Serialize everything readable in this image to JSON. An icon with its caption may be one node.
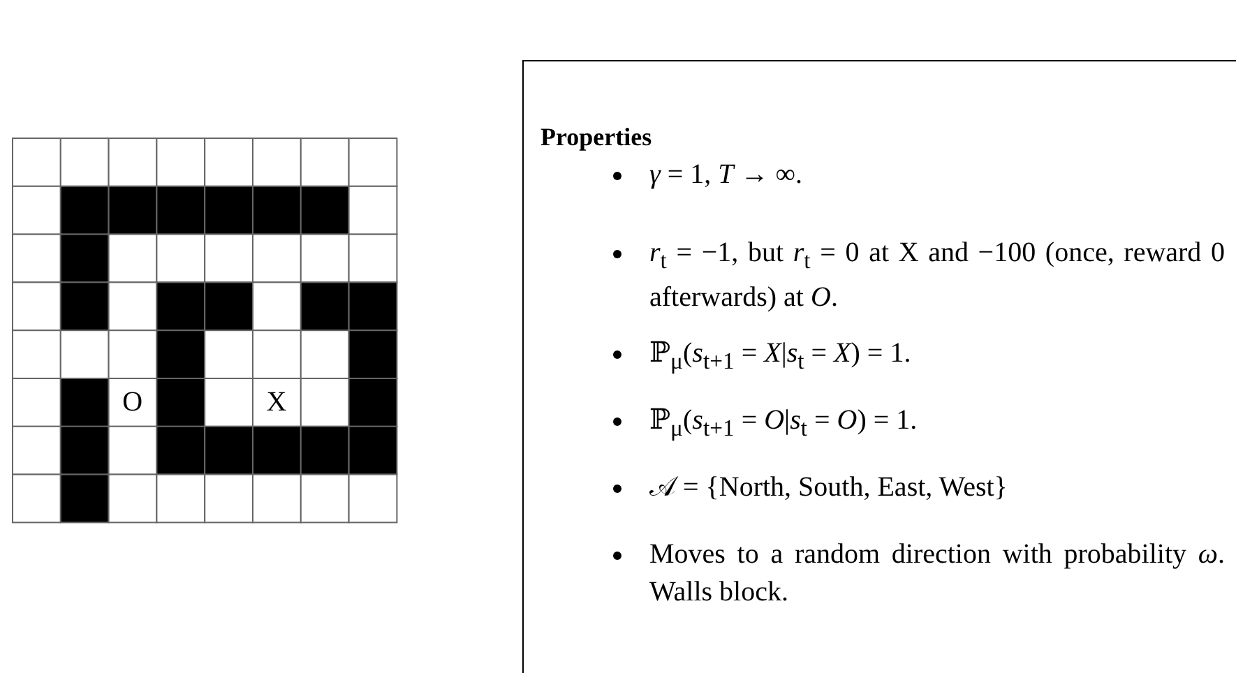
{
  "diagram": {
    "nodes": [
      {
        "text": [
          "Properties",
          "*γ* = 1, *T* → ∞.",
          "*r*$_{t}$ = −1, but *r*$_{t}$ = 0 at X and −100 (once, reward 0 afterwards) at *O*.",
          "ℙ$_{μ}$(*s*$_{t+1}$ = *X*|*s*$_{t}$ = *X*) = 1.",
          "ℙ$_{μ}$(*s*$_{t+1}$ = *O*|*s*$_{t}$ = *O*) = 1.",
          "𝒜 = {North, South, East, West}",
          "Moves to a random direction with probability *ω*. Walls block."
        ]
      }
    ],
    "labels": [
      "O",
      "X"
    ]
  }
}
